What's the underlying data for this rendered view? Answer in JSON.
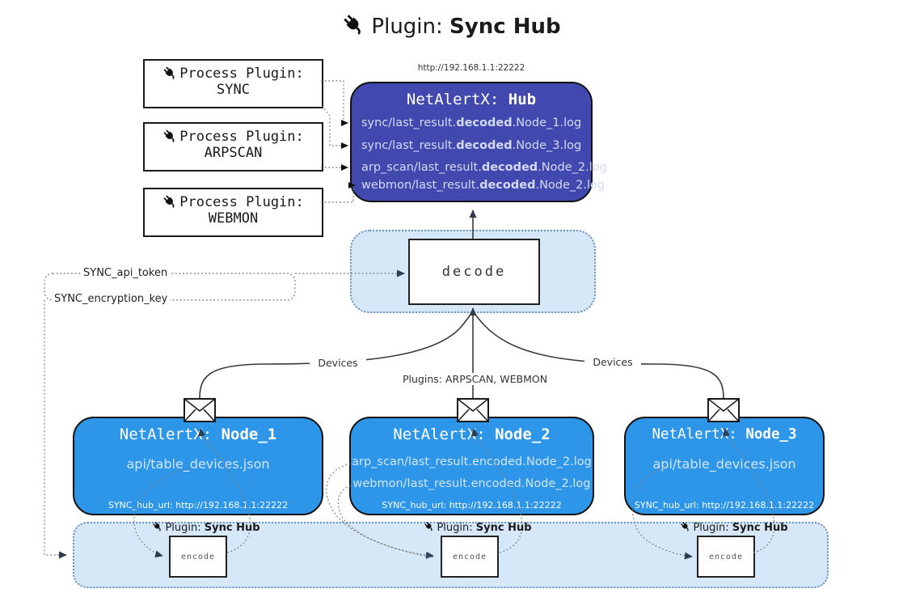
{
  "colors": {
    "hub_fill": "#4149AE",
    "node_fill": "#2E96E8",
    "container_fill": "#D6E7F8",
    "container_border": "#6E93BD",
    "background": "#FFFFFF"
  },
  "header": {
    "title_prefix": "Plugin: ",
    "title_bold": "Sync Hub"
  },
  "process_plugins": [
    {
      "label": "Process Plugin:",
      "name": "SYNC"
    },
    {
      "label": "Process Plugin:",
      "name": "ARPSCAN"
    },
    {
      "label": "Process Plugin:",
      "name": "WEBMON"
    }
  ],
  "hub": {
    "url": "http://192.168.1.1:22222",
    "title_prefix": "NetAlertX: ",
    "title_bold": "Hub",
    "logs": [
      {
        "pre": "sync/last_result.",
        "bold": "decoded",
        "post": ".Node_1.log"
      },
      {
        "pre": "sync/last_result.",
        "bold": "decoded",
        "post": ".Node_3.log"
      },
      {
        "pre": "arp_scan/last_result.",
        "bold": "decoded",
        "post": ".Node_2.log"
      },
      {
        "pre": "webmon/last_result.",
        "bold": "decoded",
        "post": ".Node_2.log"
      }
    ]
  },
  "decoder": {
    "label": "decode"
  },
  "secrets": {
    "api_token": "SYNC_api_token",
    "encryption_key": "SYNC_encryption_key"
  },
  "edge_labels": {
    "left": "Devices",
    "middle": "Plugins: ARPSCAN, WEBMON",
    "right": "Devices"
  },
  "nodes": [
    {
      "title_prefix": "NetAlertX: ",
      "title_bold": "Node_1",
      "files": [
        "api/table_devices.json"
      ],
      "hub_url": "SYNC_hub_url: http://192.168.1.1:22222"
    },
    {
      "title_prefix": "NetAlertX: ",
      "title_bold": "Node_2",
      "files": [
        "arp_scan/last_result.encoded.Node_2.log",
        "webmon/last_result.encoded.Node_2.log"
      ],
      "hub_url": "SYNC_hub_url: http://192.168.1.1:22222"
    },
    {
      "title_prefix": "NetAlertX: ",
      "title_bold": "Node_3",
      "files": [
        "api/table_devices.json"
      ],
      "hub_url": "SYNC_hub_url: http://192.168.1.1:22222"
    }
  ],
  "encoders": [
    {
      "plugin_prefix": "Plugin: ",
      "plugin_bold": "Sync Hub",
      "box_label": "encode"
    },
    {
      "plugin_prefix": "Plugin: ",
      "plugin_bold": "Sync Hub",
      "box_label": "encode"
    },
    {
      "plugin_prefix": "Plugin: ",
      "plugin_bold": "Sync Hub",
      "box_label": "encode"
    }
  ]
}
